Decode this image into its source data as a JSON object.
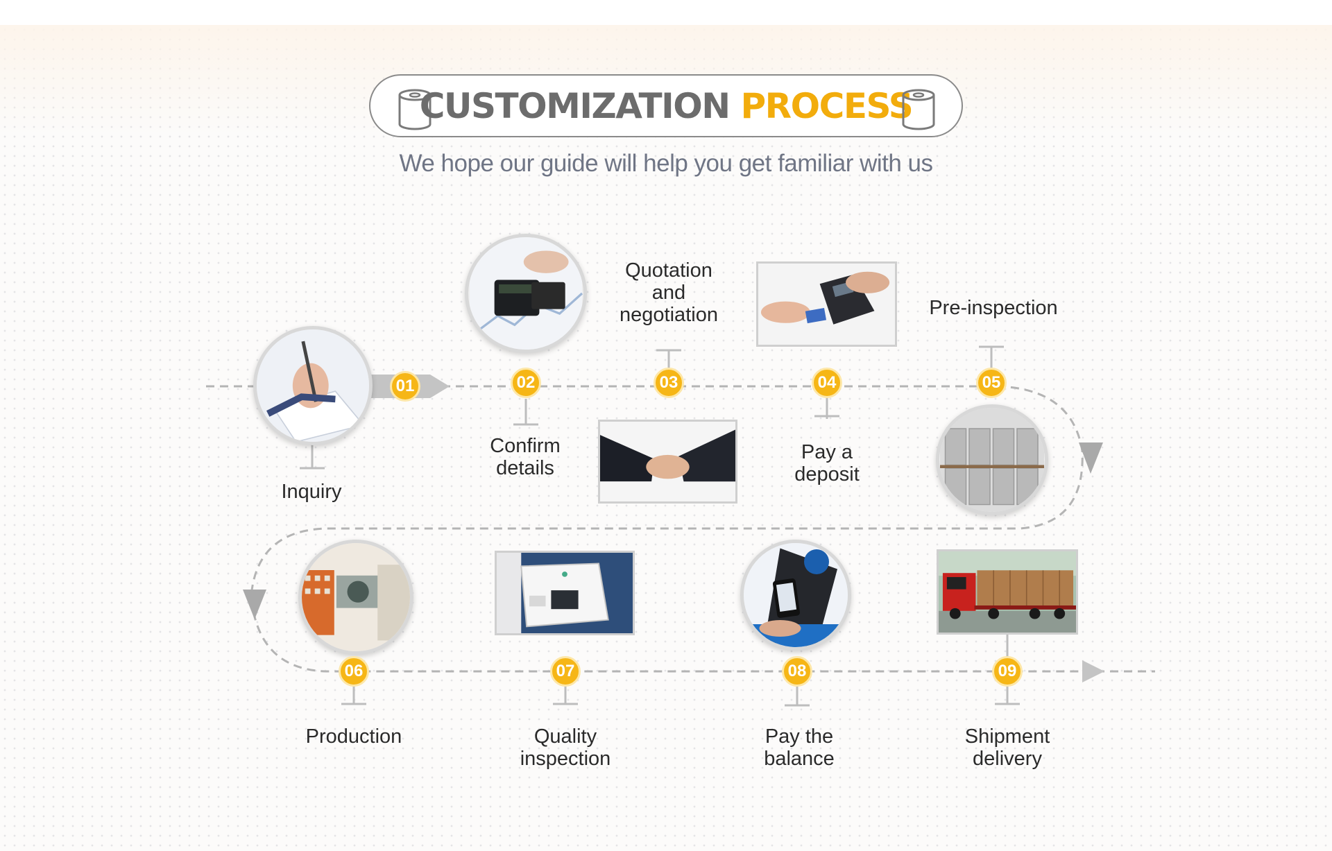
{
  "header": {
    "title_dark": "CUSTOMIZATION",
    "title_accent": "PROCESS",
    "subtitle": "We hope our guide will help you get familiar with us"
  },
  "colors": {
    "accent": "#f2ac0c",
    "badge": "#f6b616",
    "title_gray": "#6c6c6c",
    "line_gray": "#b4b4b4"
  },
  "steps": [
    {
      "number": "01",
      "label": "Inquiry",
      "photo": "pen-writing-icon"
    },
    {
      "number": "02",
      "label": "Confirm\ndetails",
      "photo": "calculator-icon"
    },
    {
      "number": "03",
      "label": "Quotation\nand\nnegotiation",
      "photo": "handshake-icon"
    },
    {
      "number": "04",
      "label": "Pay a\ndeposit",
      "photo": "card-terminal-icon"
    },
    {
      "number": "05",
      "label": "Pre-inspection",
      "photo": "paper-rolls-icon"
    },
    {
      "number": "06",
      "label": "Production",
      "photo": "printing-machine-icon"
    },
    {
      "number": "07",
      "label": "Quality\ninspection",
      "photo": "inspection-device-icon"
    },
    {
      "number": "08",
      "label": "Pay the\nbalance",
      "photo": "mobile-pay-icon"
    },
    {
      "number": "09",
      "label": "Shipment\ndelivery",
      "photo": "truck-icon"
    }
  ]
}
